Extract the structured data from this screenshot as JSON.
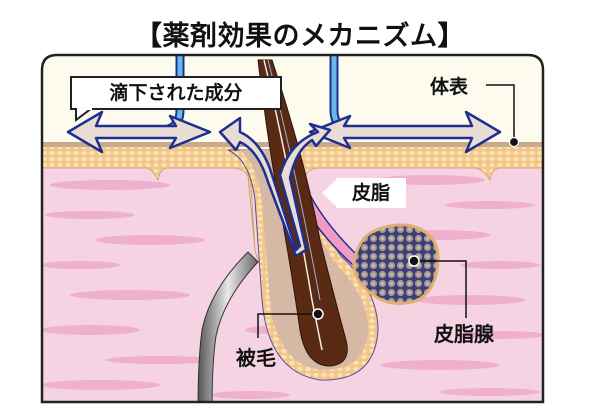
{
  "title": "【薬剤効果のメカニズム】",
  "labels": {
    "applied_component": "滴下された成分",
    "body_surface": "体表",
    "sebum": "皮脂",
    "sebaceous_gland": "皮脂腺",
    "coat_hair": "被毛"
  },
  "colors": {
    "background": "#fdfbee",
    "epidermis": "#f2c58a",
    "dermis": "#f4c8dc",
    "dermis_streak": "#eea9cb",
    "hair": "#5a2a14",
    "arrow_fill": "#e8ddd5",
    "arrow_stroke": "#1f2f8f",
    "flow_blue": "#6ab8e8",
    "sebum_pink": "#ee8fbf",
    "gland": "#9a8a88"
  }
}
